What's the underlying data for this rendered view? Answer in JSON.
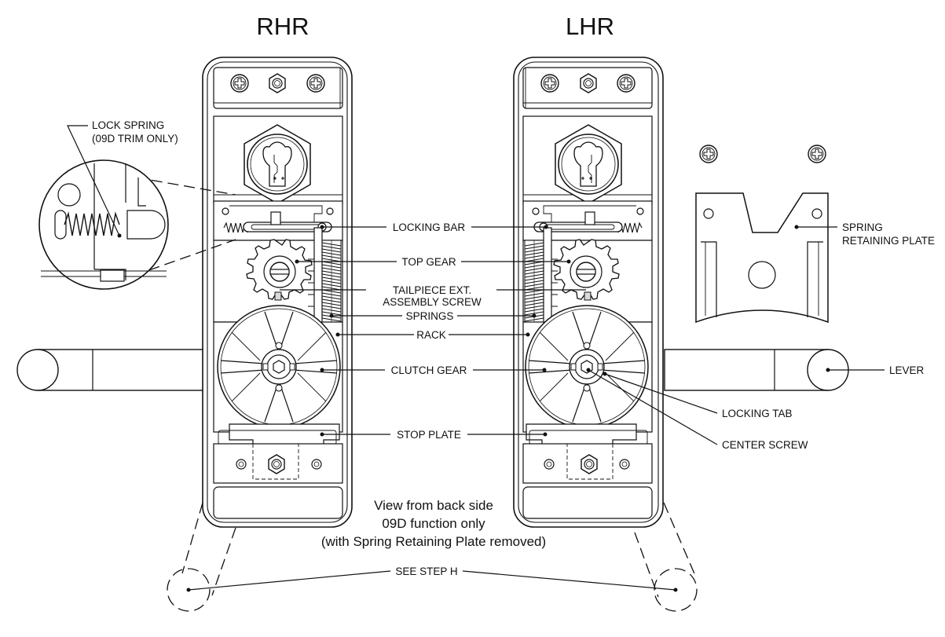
{
  "titles": {
    "left": "RHR",
    "right": "LHR"
  },
  "labels": {
    "lock_spring_1": "LOCK SPRING",
    "lock_spring_2": "(09D TRIM ONLY)",
    "locking_bar": "LOCKING BAR",
    "top_gear": "TOP GEAR",
    "tailpiece_1": "TAILPIECE EXT.",
    "tailpiece_2": "ASSEMBLY SCREW",
    "springs": "SPRINGS",
    "rack": "RACK",
    "clutch_gear": "CLUTCH GEAR",
    "stop_plate": "STOP PLATE",
    "spring_plate_1": "SPRING",
    "spring_plate_2": "RETAINING PLATE",
    "lever": "LEVER",
    "locking_tab": "LOCKING TAB",
    "center_screw": "CENTER SCREW",
    "see_step": "SEE STEP H"
  },
  "note": {
    "line1": "View from back side",
    "line2": "09D function only",
    "line3": "(with Spring Retaining Plate removed)"
  }
}
